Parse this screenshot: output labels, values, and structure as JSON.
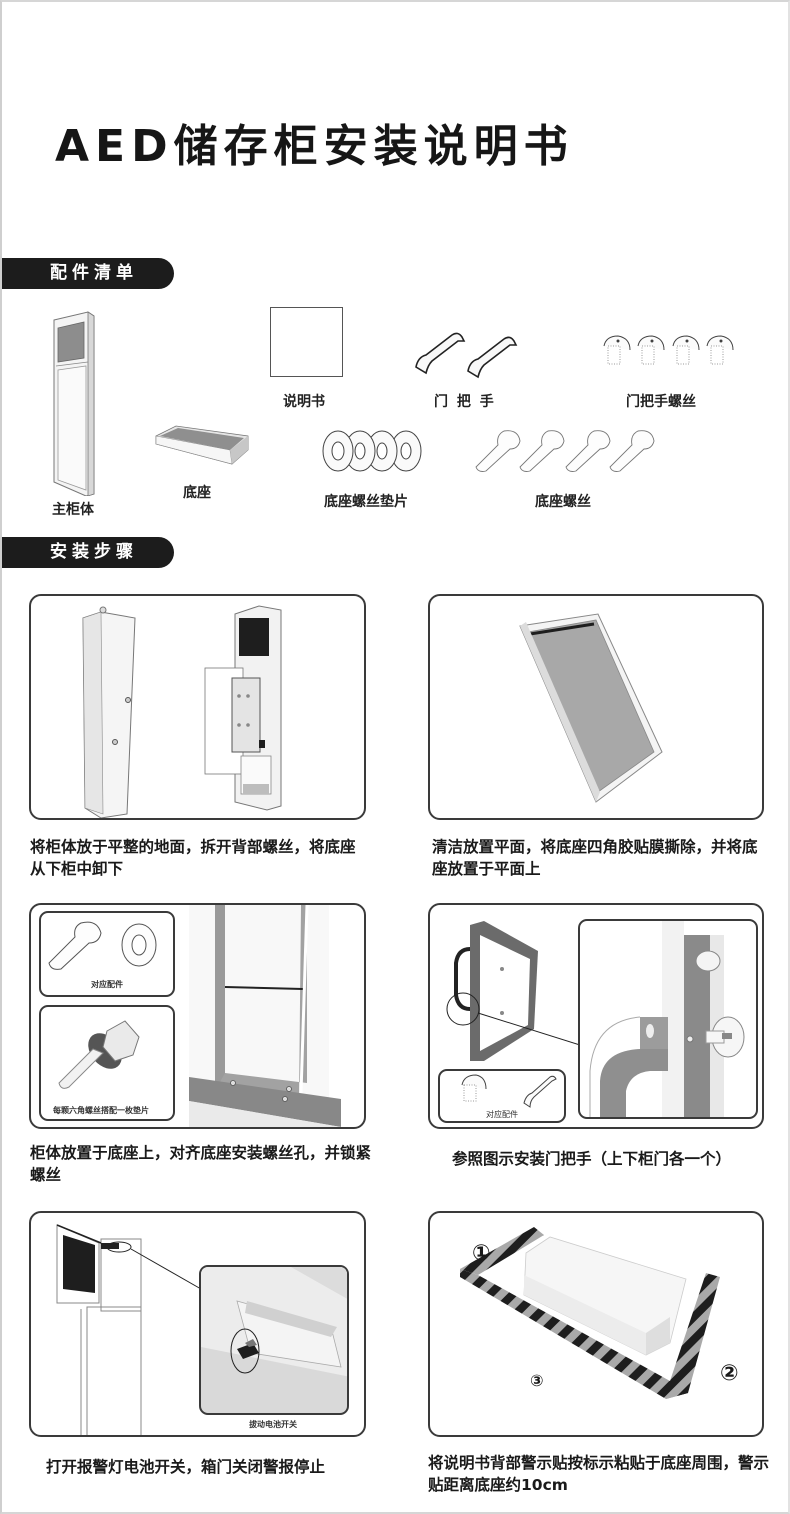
{
  "document": {
    "title": "AED储存柜安装说明书"
  },
  "sections": {
    "parts_list": "配件清单",
    "install_steps": "安装步骤"
  },
  "parts": [
    {
      "label": "主柜体",
      "icon": "cabinet-icon"
    },
    {
      "label": "底座",
      "icon": "base-icon"
    },
    {
      "label": "说明书",
      "icon": "manual-icon"
    },
    {
      "label": "门 把 手",
      "icon": "door-handle-icon",
      "count": 2
    },
    {
      "label": "门把手螺丝",
      "icon": "handle-screw-icon",
      "count": 4
    },
    {
      "label": "底座螺丝垫片",
      "icon": "washer-icon",
      "count": 4
    },
    {
      "label": "底座螺丝",
      "icon": "base-screw-icon",
      "count": 4
    }
  ],
  "steps": [
    {
      "caption": "将柜体放于平整的地面，拆开背部螺丝，将底座从下柜中卸下"
    },
    {
      "caption": "清洁放置平面，将底座四角胶贴膜撕除，并将底座放置于平面上"
    },
    {
      "caption": "柜体放置于底座上，对齐底座安装螺丝孔，并锁紧螺丝",
      "insets": [
        "对应配件",
        "每颗六角螺丝搭配一枚垫片"
      ]
    },
    {
      "caption": "参照图示安装门把手（上下柜门各一个）",
      "insets": [
        "对应配件"
      ]
    },
    {
      "caption": "打开报警灯电池开关，箱门关闭警报停止",
      "insets": [
        "拔动电池开关"
      ]
    },
    {
      "caption": "将说明书背部警示贴按标示粘贴于底座周围，警示贴距离底座约10cm",
      "markers": [
        "①",
        "②",
        "③"
      ]
    }
  ],
  "colors": {
    "section_bar": "#1c1c1c",
    "card_border": "#3a3a3a",
    "panel_gray": "#9a9a9a",
    "dark_screen": "#1e1e1e"
  }
}
